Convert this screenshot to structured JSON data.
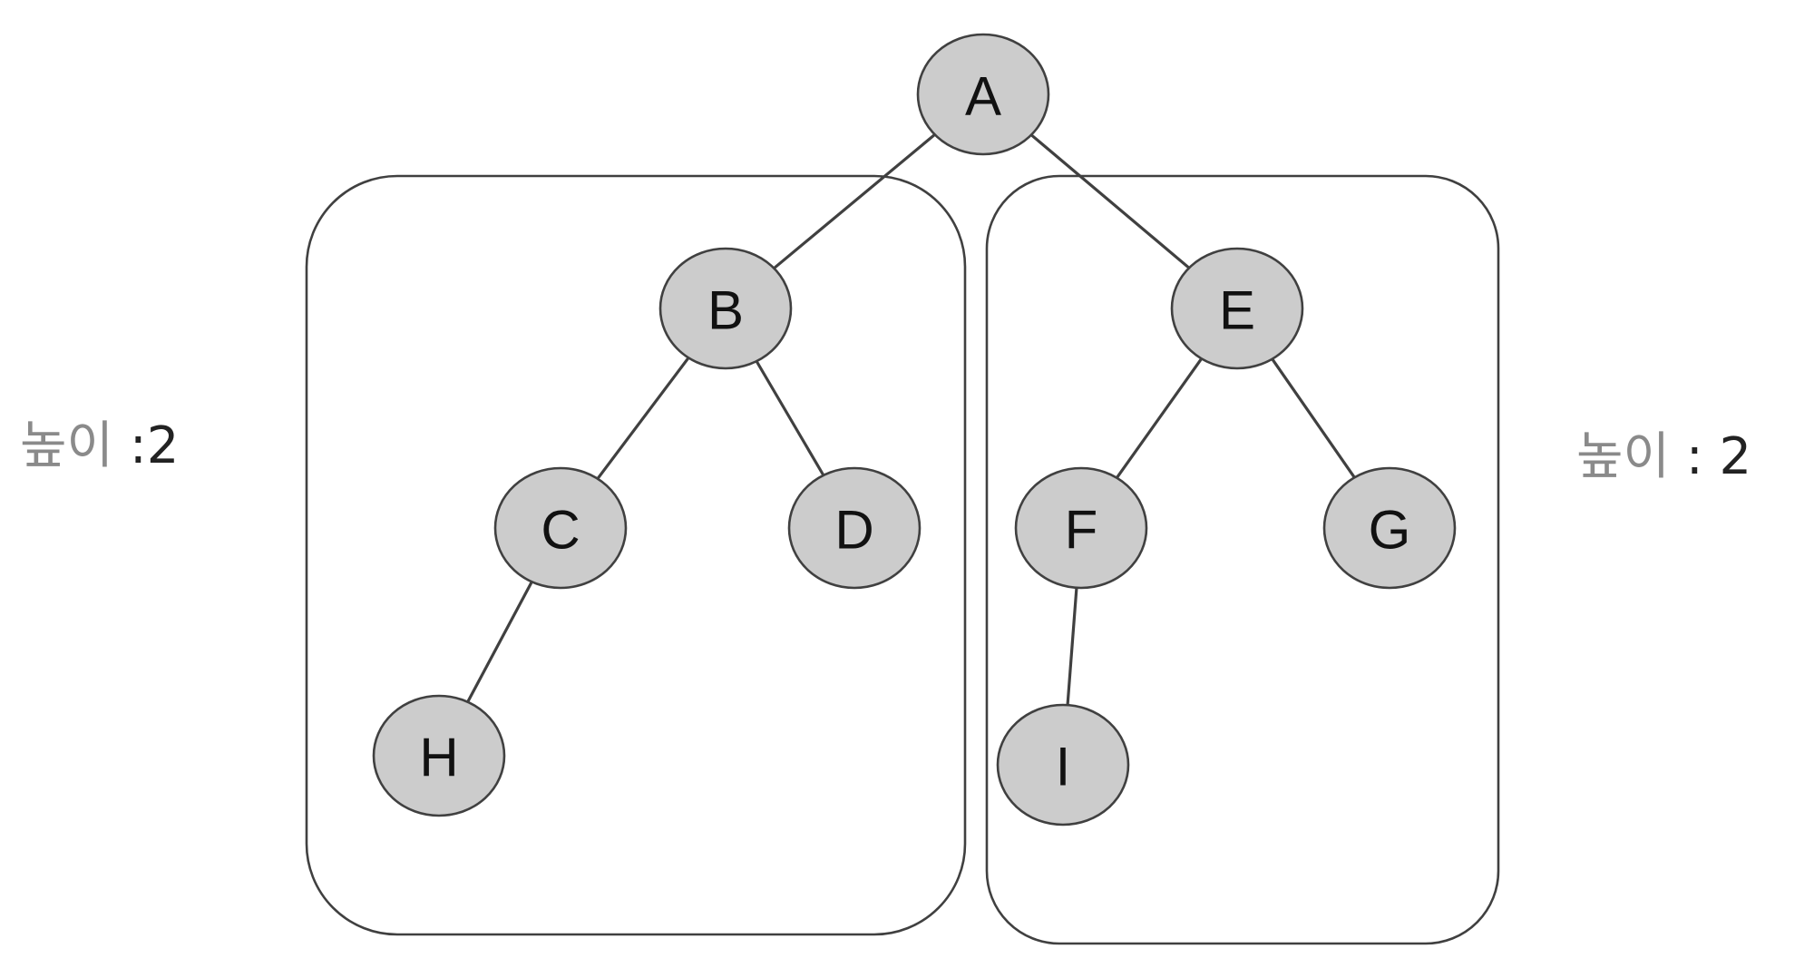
{
  "nodes": [
    {
      "id": "A",
      "label": "A"
    },
    {
      "id": "B",
      "label": "B"
    },
    {
      "id": "C",
      "label": "C"
    },
    {
      "id": "D",
      "label": "D"
    },
    {
      "id": "E",
      "label": "E"
    },
    {
      "id": "F",
      "label": "F"
    },
    {
      "id": "G",
      "label": "G"
    },
    {
      "id": "H",
      "label": "H"
    },
    {
      "id": "I",
      "label": "I"
    }
  ],
  "edges": [
    {
      "from": "A",
      "to": "B"
    },
    {
      "from": "A",
      "to": "E"
    },
    {
      "from": "B",
      "to": "C"
    },
    {
      "from": "B",
      "to": "D"
    },
    {
      "from": "C",
      "to": "H"
    },
    {
      "from": "E",
      "to": "F"
    },
    {
      "from": "E",
      "to": "G"
    },
    {
      "from": "F",
      "to": "I"
    }
  ],
  "left_subtree": {
    "height_label_word": "높이",
    "height_label_sep": " :",
    "height_value": "2"
  },
  "right_subtree": {
    "height_label_word": "높이",
    "height_label_sep": " : ",
    "height_value": "2"
  }
}
